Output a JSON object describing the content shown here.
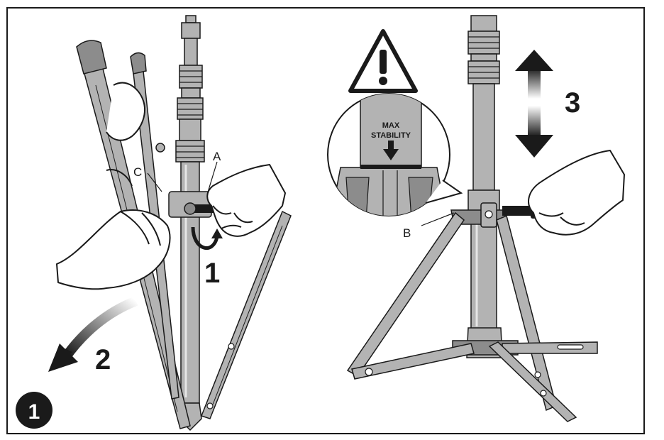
{
  "figure": {
    "step_badge": "1",
    "callouts": {
      "a": "A",
      "b": "B",
      "c": "C",
      "step1": "1",
      "step2": "2",
      "step3": "3"
    },
    "warning": {
      "line1": "MAX",
      "line2": "STABILITY"
    }
  },
  "colors": {
    "outline": "#1a1a1a",
    "metal": "#b3b3b3",
    "metal_dark": "#8c8c8c",
    "skin": "#ffffff"
  }
}
